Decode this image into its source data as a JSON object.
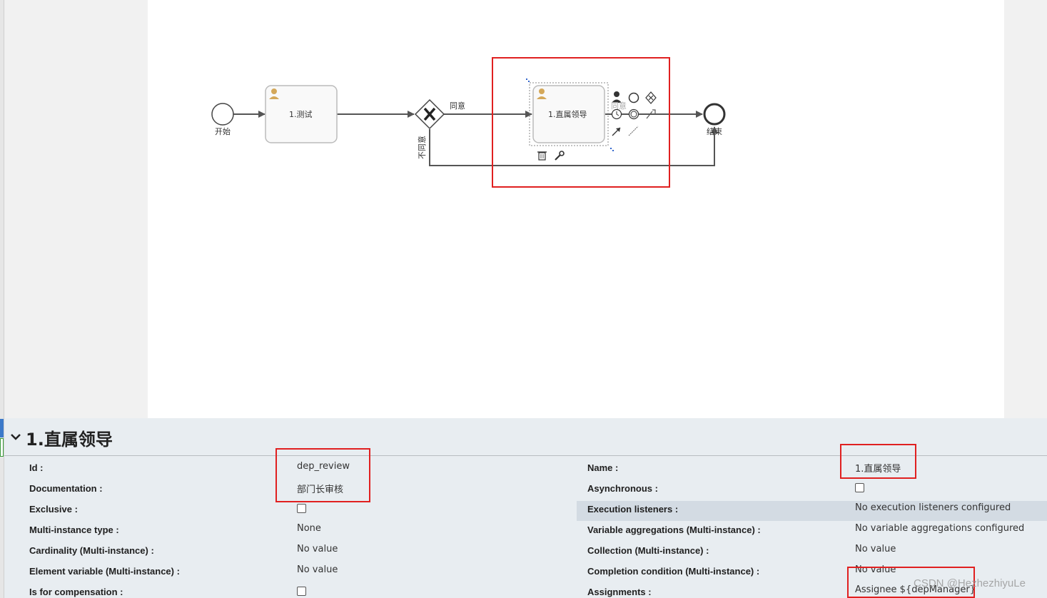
{
  "diagram": {
    "start_event": {
      "label": "开始"
    },
    "task_test": {
      "label": "1.测试"
    },
    "gateway": {
      "label_agree": "同意",
      "label_disagree": "不同意"
    },
    "task_manager": {
      "label": "1.直属领导"
    },
    "overlay_label": "同意",
    "end_event": {
      "label": "结束"
    }
  },
  "properties": {
    "title": "1.直属领导",
    "left": [
      {
        "label": "Id :",
        "value": "dep_review"
      },
      {
        "label": "Documentation :",
        "value": "部门长审核"
      },
      {
        "label": "Exclusive :",
        "value": ""
      },
      {
        "label": "Multi-instance type :",
        "value": "None"
      },
      {
        "label": "Cardinality (Multi-instance) :",
        "value": "No value"
      },
      {
        "label": "Element variable (Multi-instance) :",
        "value": "No value"
      },
      {
        "label": "Is for compensation :",
        "value": ""
      }
    ],
    "right": [
      {
        "label": "Name :",
        "value": "1.直属领导"
      },
      {
        "label": "Asynchronous :",
        "value": ""
      },
      {
        "label": "Execution listeners :",
        "value": "No execution listeners configured"
      },
      {
        "label": "Variable aggregations (Multi-instance) :",
        "value": "No variable aggregations configured"
      },
      {
        "label": "Collection (Multi-instance) :",
        "value": "No value"
      },
      {
        "label": "Completion condition (Multi-instance) :",
        "value": "No value"
      },
      {
        "label": "Assignments :",
        "value": "Assignee ${depManager}"
      }
    ]
  },
  "watermark": "CSDN @HezhezhiyuLe",
  "colors": {
    "highlight": "#e02020",
    "task_fill": "#f9f9f9",
    "user_icon": "#d4a85a"
  }
}
